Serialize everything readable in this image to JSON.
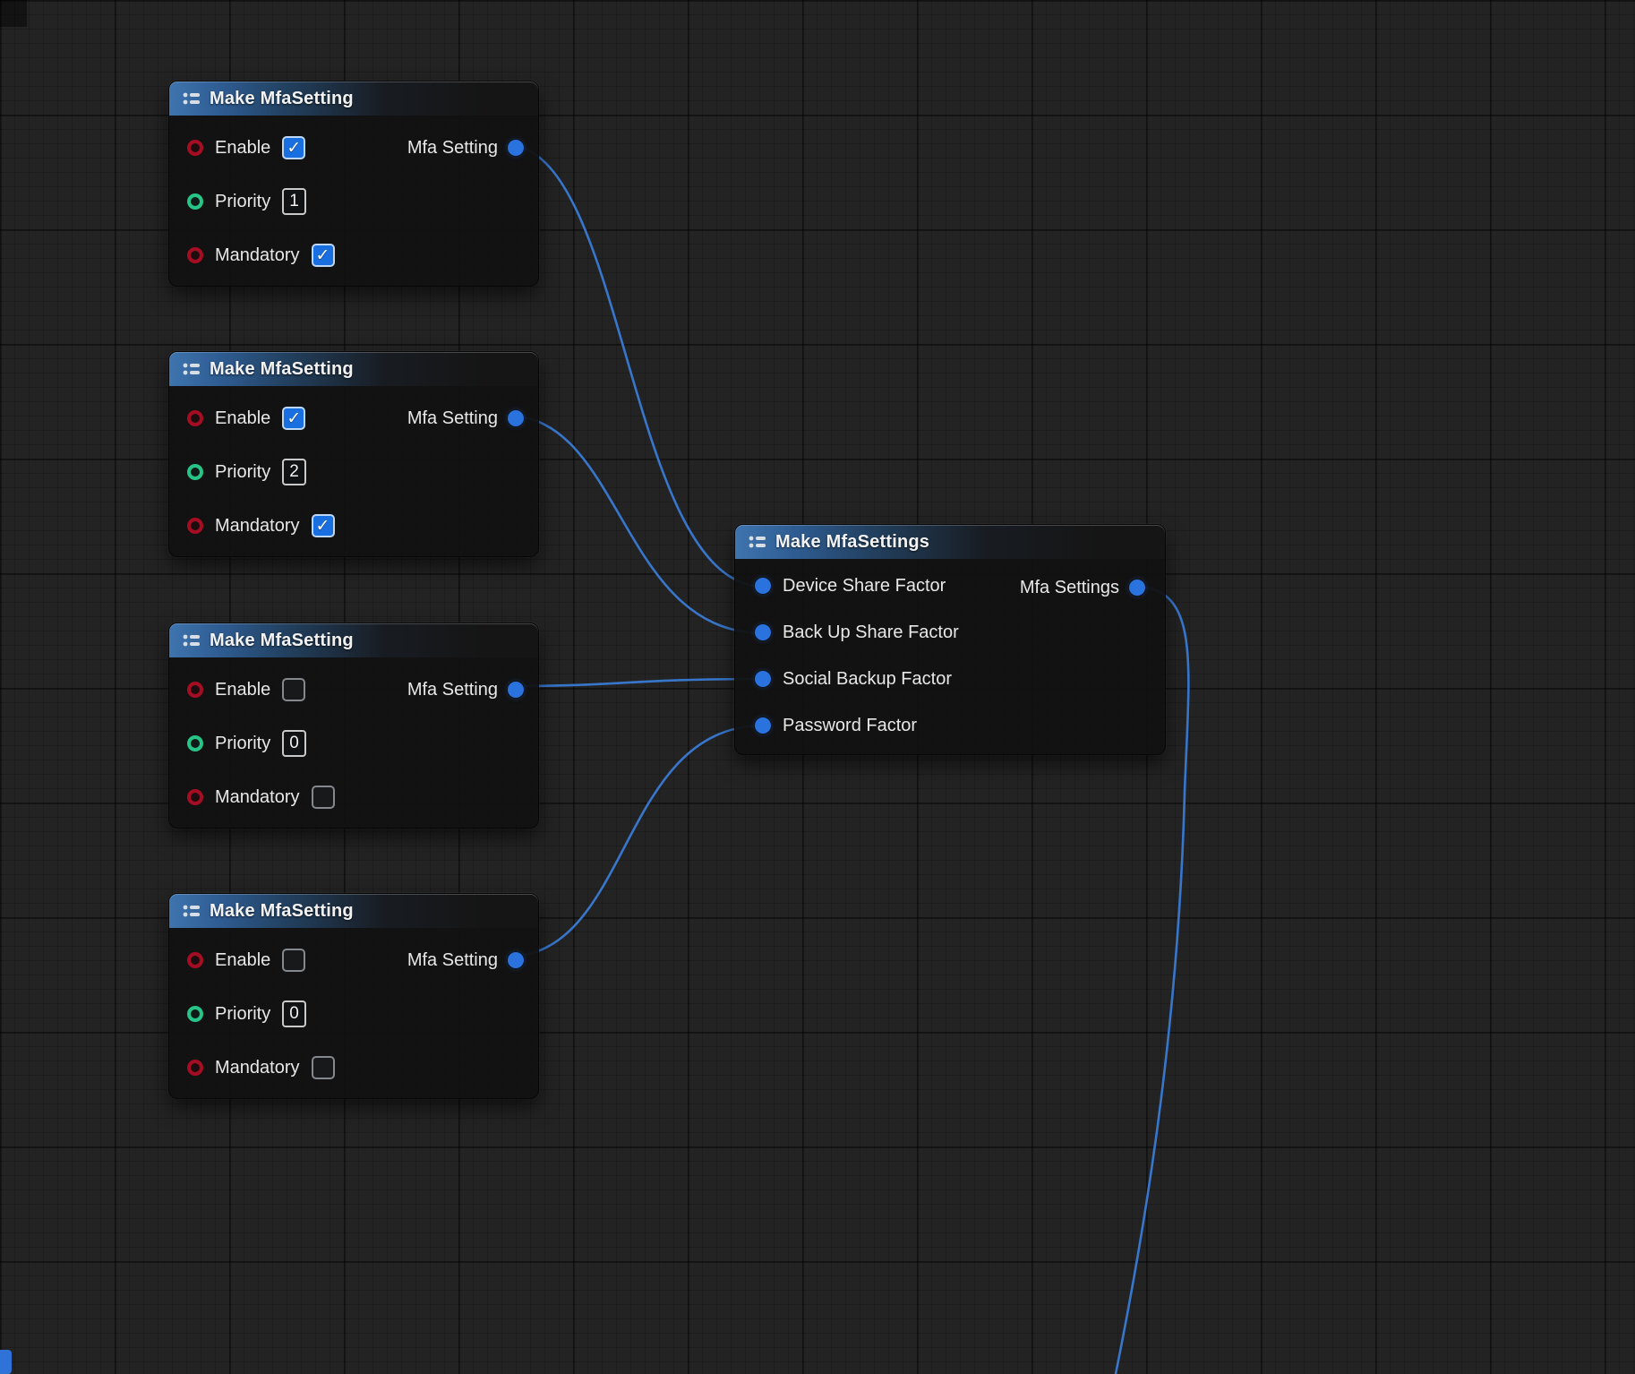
{
  "colors": {
    "canvas_bg": "#232323",
    "wire": "#3a7bd5",
    "pin_bool": "#a50d23",
    "pin_int": "#27c487",
    "pin_struct": "#2a72dd",
    "checkbox_checked": "#1a6fe0",
    "header_blue": "#3f74ae"
  },
  "nodes": [
    {
      "title": "Make MfaSetting",
      "inputs": [
        {
          "label": "Enable",
          "kind": "bool",
          "state": "checked"
        },
        {
          "label": "Priority",
          "kind": "int",
          "value": "1"
        },
        {
          "label": "Mandatory",
          "kind": "bool",
          "state": "checked"
        }
      ],
      "output": {
        "label": "Mfa Setting"
      }
    },
    {
      "title": "Make MfaSetting",
      "inputs": [
        {
          "label": "Enable",
          "kind": "bool",
          "state": "checked"
        },
        {
          "label": "Priority",
          "kind": "int",
          "value": "2"
        },
        {
          "label": "Mandatory",
          "kind": "bool",
          "state": "checked"
        }
      ],
      "output": {
        "label": "Mfa Setting"
      }
    },
    {
      "title": "Make MfaSetting",
      "inputs": [
        {
          "label": "Enable",
          "kind": "bool",
          "state": "unchecked"
        },
        {
          "label": "Priority",
          "kind": "int",
          "value": "0"
        },
        {
          "label": "Mandatory",
          "kind": "bool",
          "state": "unchecked"
        }
      ],
      "output": {
        "label": "Mfa Setting"
      }
    },
    {
      "title": "Make MfaSetting",
      "inputs": [
        {
          "label": "Enable",
          "kind": "bool",
          "state": "unchecked"
        },
        {
          "label": "Priority",
          "kind": "int",
          "value": "0"
        },
        {
          "label": "Mandatory",
          "kind": "bool",
          "state": "unchecked"
        }
      ],
      "output": {
        "label": "Mfa Setting"
      }
    },
    {
      "title": "Make MfaSettings",
      "inputs": [
        {
          "label": "Device Share Factor"
        },
        {
          "label": "Back Up Share Factor"
        },
        {
          "label": "Social Backup Factor"
        },
        {
          "label": "Password Factor"
        }
      ],
      "output": {
        "label": "Mfa Settings"
      }
    }
  ]
}
